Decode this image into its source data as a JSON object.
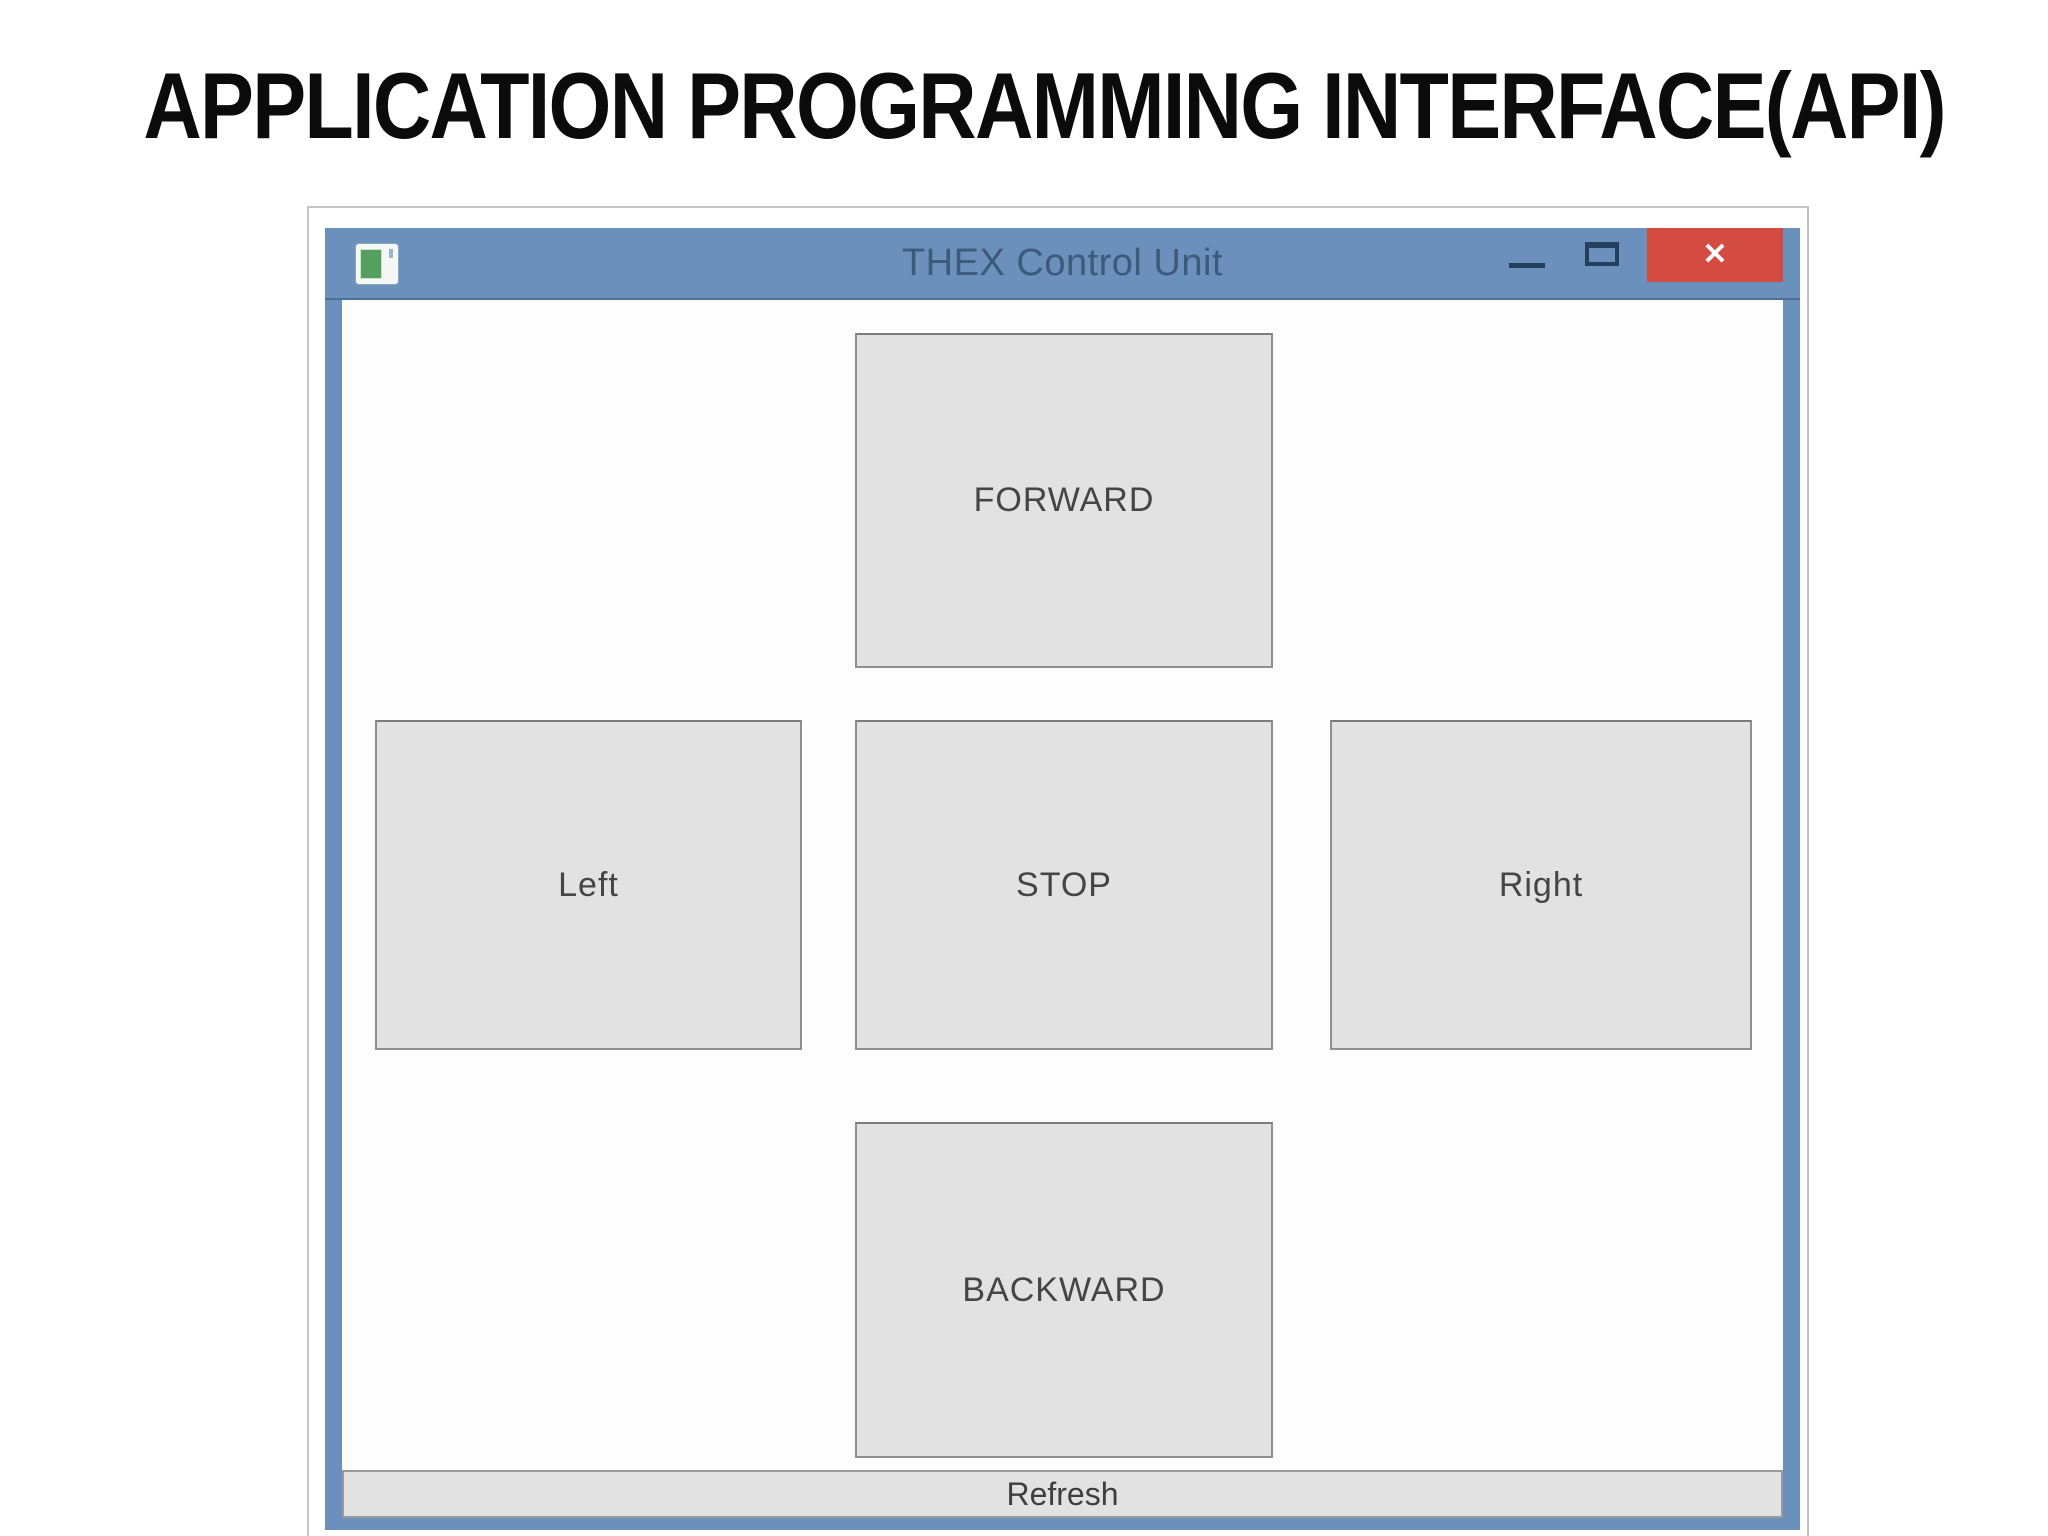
{
  "slide": {
    "title": "APPLICATION PROGRAMMING INTERFACE(API)"
  },
  "window": {
    "title": "THEX Control Unit",
    "controls": {
      "close_glyph": "✕"
    },
    "buttons": {
      "forward": "FORWARD",
      "left": "Left",
      "stop": "STOP",
      "right": "Right",
      "backward": "BACKWARD",
      "refresh": "Refresh"
    },
    "colors": {
      "titlebar_blue": "#6b90bc",
      "close_red": "#d44c41",
      "button_gray": "#e2e2e2",
      "button_border": "#8f8f8f",
      "title_text": "#3c5a7a",
      "icon_green": "#55a05f"
    }
  }
}
